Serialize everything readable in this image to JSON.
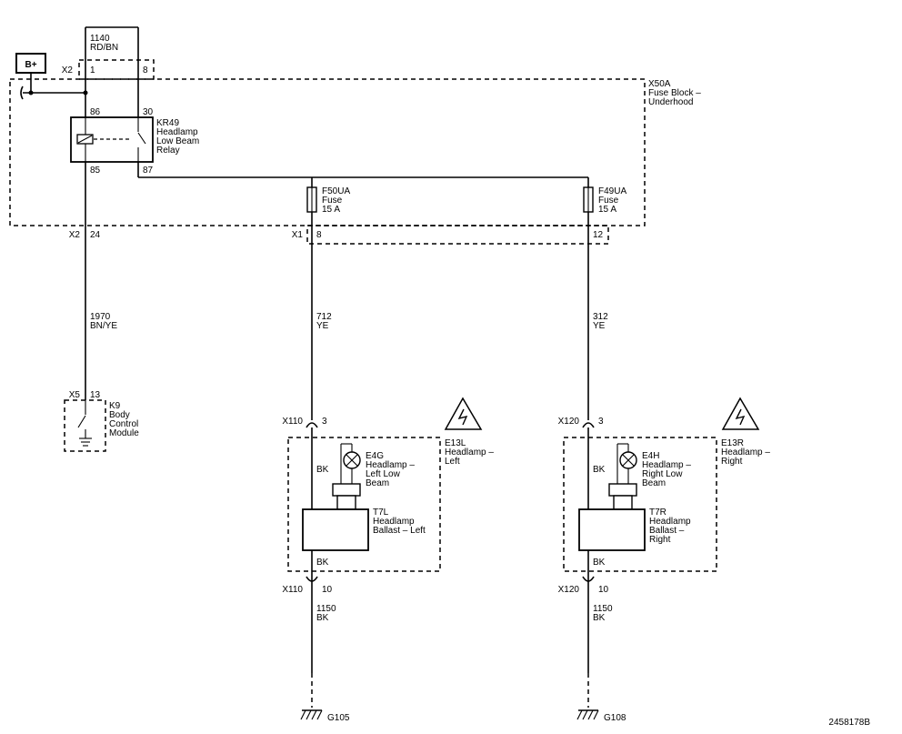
{
  "battery": {
    "label": "B+"
  },
  "fuse_block": {
    "name": "X50A",
    "desc_line1": "Fuse Block –",
    "desc_line2": "Underhood",
    "conn_x2_top": "X2",
    "pin_x2_1": "1",
    "pin_x2_8": "8",
    "conn_x2_bottom": "X2",
    "pin_x2_24": "24",
    "conn_x1": "X1",
    "pin_x1_8": "8",
    "pin_x1_12": "12"
  },
  "wire_1140": {
    "circuit": "1140",
    "color": "RD/BN"
  },
  "relay": {
    "name": "KR49",
    "line1": "Headlamp",
    "line2": "Low Beam",
    "line3": "Relay",
    "pin_86": "86",
    "pin_30": "30",
    "pin_85": "85",
    "pin_87": "87"
  },
  "fuse_left": {
    "name": "F50UA",
    "line1": "Fuse",
    "rating": "15 A"
  },
  "fuse_right": {
    "name": "F49UA",
    "line1": "Fuse",
    "rating": "15 A"
  },
  "wire_1970": {
    "circuit": "1970",
    "color": "BN/YE"
  },
  "wire_712": {
    "circuit": "712",
    "color": "YE"
  },
  "wire_312": {
    "circuit": "312",
    "color": "YE"
  },
  "bcm": {
    "conn": "X5",
    "pin": "13",
    "name": "K9",
    "line1": "Body",
    "line2": "Control",
    "line3": "Module"
  },
  "left_assembly": {
    "conn_top": "X110",
    "pin_top": "3",
    "name": "E13L",
    "line1": "Headlamp –",
    "line2": "Left",
    "bulb_name": "E4G",
    "bulb_line1": "Headlamp –",
    "bulb_line2": "Left Low",
    "bulb_line3": "Beam",
    "wire_bk_top": "BK",
    "ballast_name": "T7L",
    "ballast_line1": "Headlamp",
    "ballast_line2": "Ballast – Left",
    "wire_bk_bottom": "BK",
    "conn_bottom": "X110",
    "pin_bottom": "10"
  },
  "right_assembly": {
    "conn_top": "X120",
    "pin_top": "3",
    "name": "E13R",
    "line1": "Headlamp –",
    "line2": "Right",
    "bulb_name": "E4H",
    "bulb_line1": "Headlamp –",
    "bulb_line2": "Right Low",
    "bulb_line3": "Beam",
    "wire_bk_top": "BK",
    "ballast_name": "T7R",
    "ballast_line1": "Headlamp",
    "ballast_line2": "Ballast –",
    "ballast_line3": "Right",
    "wire_bk_bottom": "BK",
    "conn_bottom": "X120",
    "pin_bottom": "10"
  },
  "wire_1150_left": {
    "circuit": "1150",
    "color": "BK"
  },
  "wire_1150_right": {
    "circuit": "1150",
    "color": "BK"
  },
  "ground_left": {
    "name": "G105"
  },
  "ground_right": {
    "name": "G108"
  },
  "diagram_id": "2458178B"
}
